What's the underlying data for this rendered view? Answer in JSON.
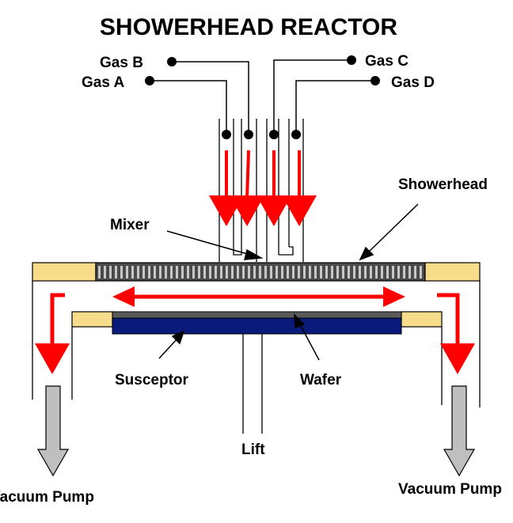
{
  "title": "SHOWERHEAD REACTOR",
  "labels": {
    "gas_a": "Gas A",
    "gas_b": "Gas B",
    "gas_c": "Gas C",
    "gas_d": "Gas D",
    "showerhead": "Showerhead",
    "mixer": "Mixer",
    "susceptor": "Susceptor",
    "wafer": "Wafer",
    "lift": "Lift",
    "vacuum_pump_left": "Vacuum Pump",
    "vacuum_pump_right": "Vacuum Pump"
  },
  "colors": {
    "flow_arrow": "#ff0000",
    "flange": "#f7dc8c",
    "susceptor": "#0a1a7a",
    "wafer": "#5a5a5a",
    "showerhead": "#555555",
    "pump_arrow": "#bfbfbf"
  }
}
